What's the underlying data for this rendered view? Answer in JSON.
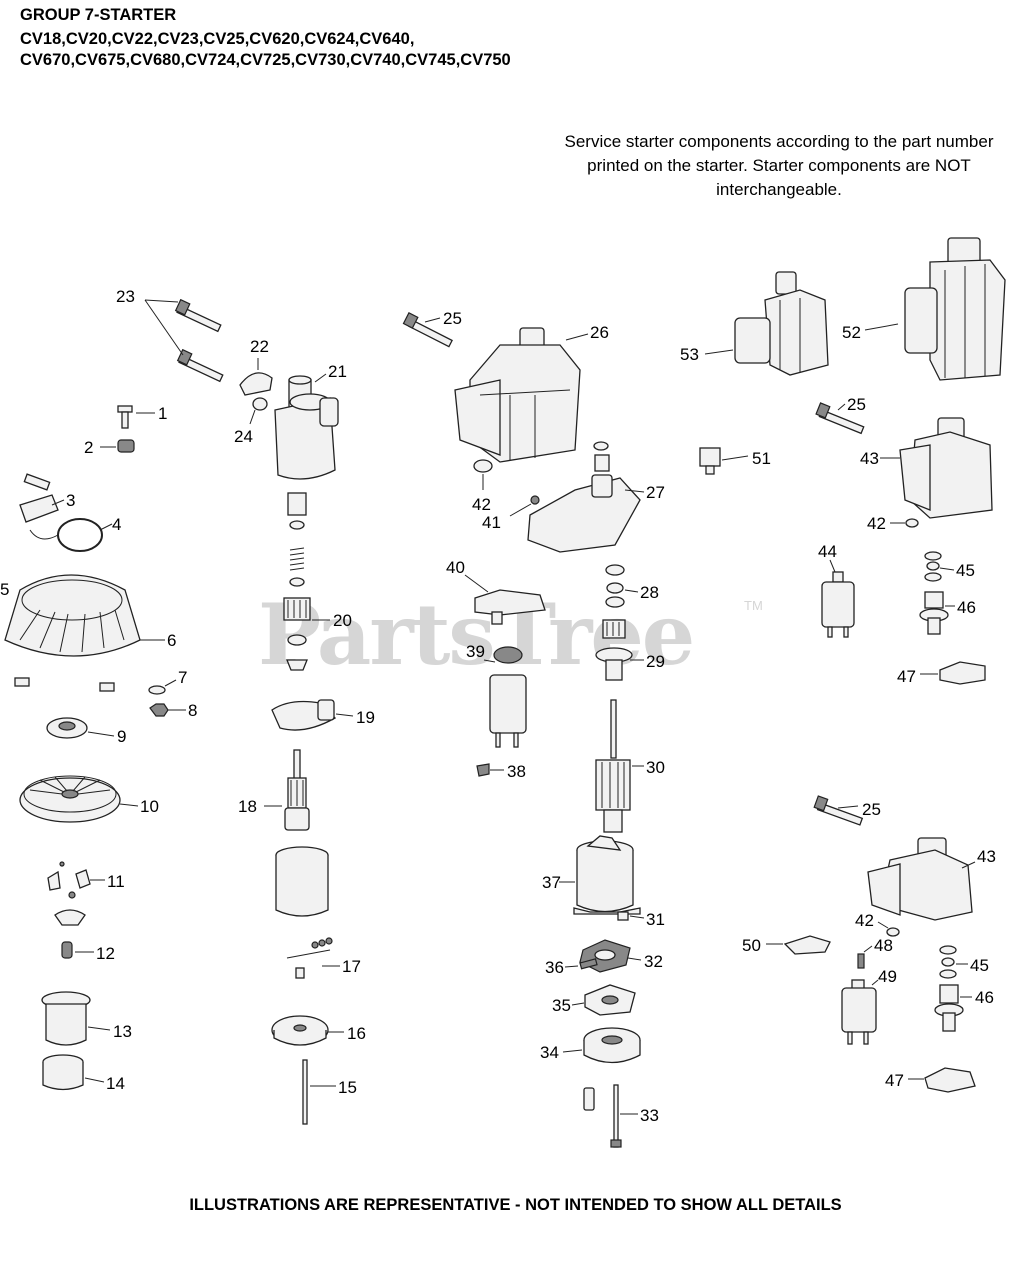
{
  "header": {
    "title_line1": "GROUP 7-STARTER",
    "title_line2": "CV18,CV20,CV22,CV23,CV25,CV620,CV624,CV640,",
    "title_line3": "CV670,CV675,CV680,CV724,CV725,CV730,CV740,CV745,CV750"
  },
  "note": {
    "line1": "Service starter components according to the part number",
    "line2": "printed on the starter. Starter components are NOT",
    "line3": "interchangeable."
  },
  "watermark": {
    "text": "PartsTree",
    "tm": "TM"
  },
  "footer": {
    "text": "ILLUSTRATIONS ARE REPRESENTATIVE - NOT INTENDED TO SHOW ALL DETAILS"
  },
  "callouts": {
    "c1": "1",
    "c2": "2",
    "c3": "3",
    "c4": "4",
    "c5": "5",
    "c6": "6",
    "c7": "7",
    "c8": "8",
    "c9": "9",
    "c10": "10",
    "c11": "11",
    "c12": "12",
    "c13": "13",
    "c14": "14",
    "c15": "15",
    "c16": "16",
    "c17": "17",
    "c18": "18",
    "c19": "19",
    "c20": "20",
    "c21": "21",
    "c22": "22",
    "c23": "23",
    "c24": "24",
    "c25a": "25",
    "c25b": "25",
    "c25c": "25",
    "c26": "26",
    "c27": "27",
    "c28": "28",
    "c29": "29",
    "c30": "30",
    "c31": "31",
    "c32": "32",
    "c33": "33",
    "c34": "34",
    "c35": "35",
    "c36": "36",
    "c37": "37",
    "c38": "38",
    "c39": "39",
    "c40": "40",
    "c41": "41",
    "c42a": "42",
    "c42b": "42",
    "c42c": "42",
    "c43a": "43",
    "c43b": "43",
    "c44": "44",
    "c45a": "45",
    "c45b": "45",
    "c46a": "46",
    "c46b": "46",
    "c47a": "47",
    "c47b": "47",
    "c48": "48",
    "c49": "49",
    "c50": "50",
    "c51": "51",
    "c52": "52",
    "c53": "53"
  }
}
